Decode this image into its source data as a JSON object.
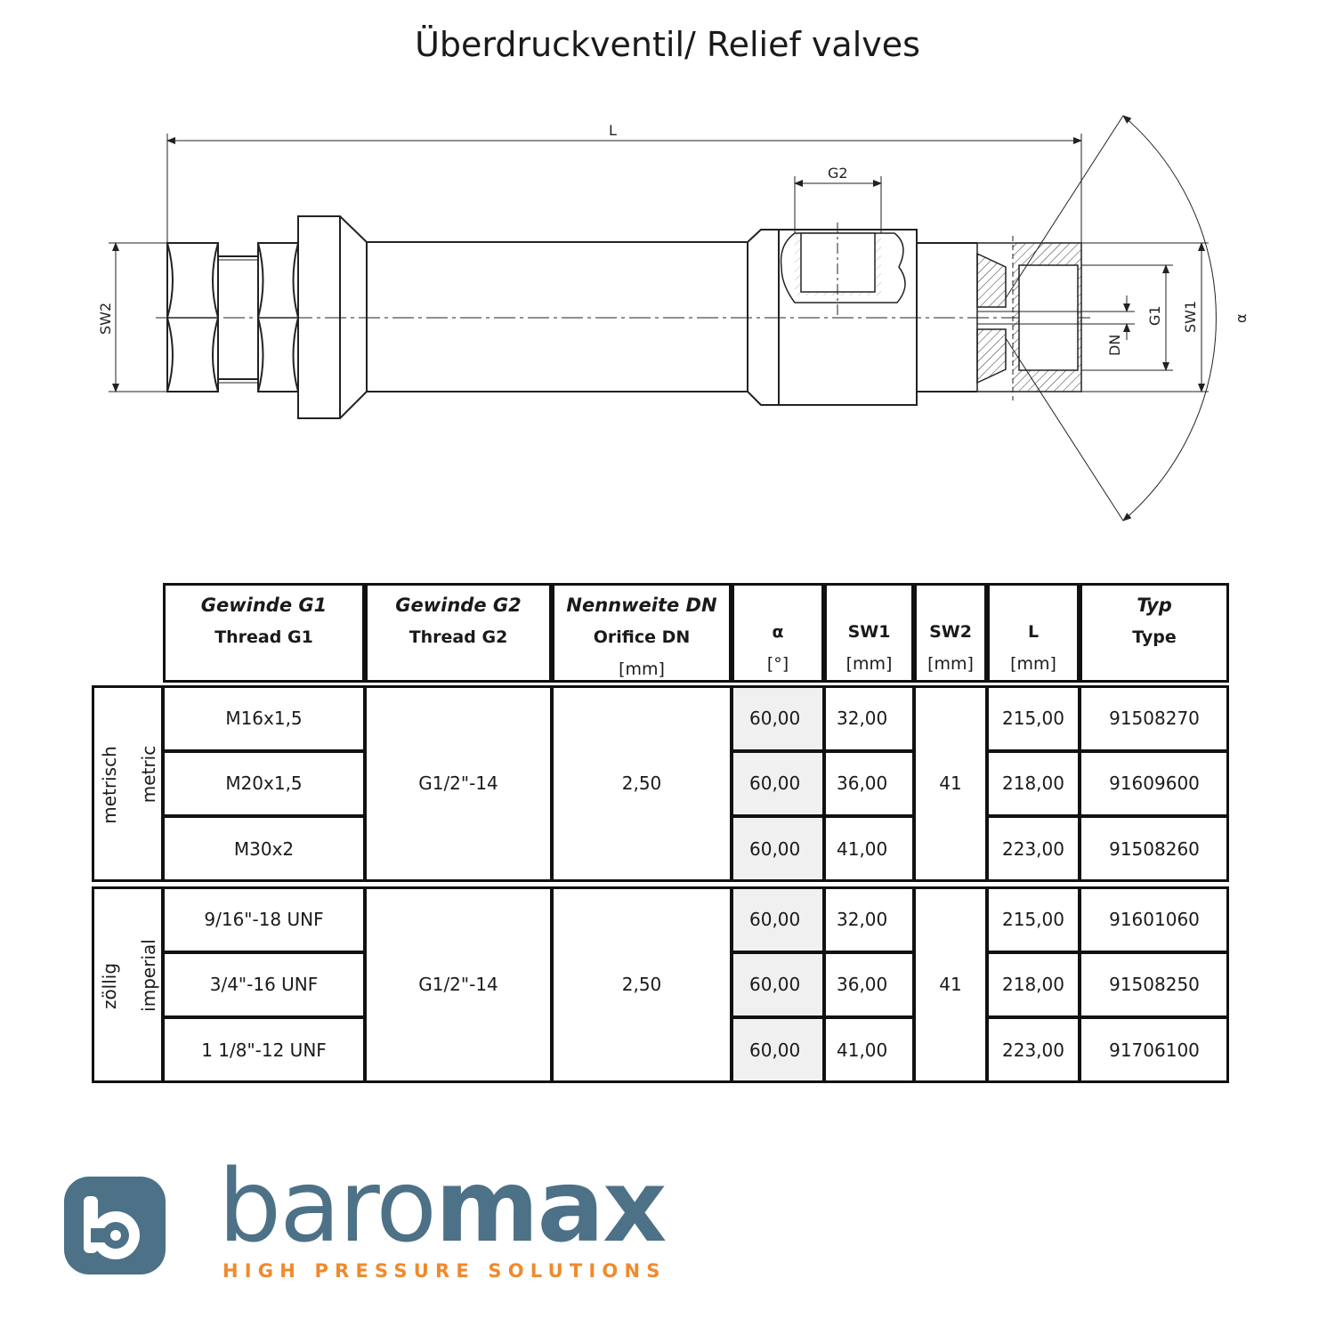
{
  "title": "Überdruckventil/ Relief valves",
  "drawing": {
    "dim_labels": {
      "L": "L",
      "G2": "G2",
      "SW2": "SW2",
      "G1": "G1",
      "SW1": "SW1",
      "DN": "DN",
      "alpha": "α"
    }
  },
  "table": {
    "headers": [
      {
        "l1": "Gewinde G1",
        "l2": "Thread G1",
        "l3": ""
      },
      {
        "l1": "Gewinde G2",
        "l2": "Thread G2",
        "l3": ""
      },
      {
        "l1": "Nennweite DN",
        "l2": "Orifice DN",
        "l3": "[mm]"
      },
      {
        "l1": "",
        "l2": "α",
        "l3": "[°]"
      },
      {
        "l1": "",
        "l2": "SW1",
        "l3": "[mm]"
      },
      {
        "l1": "",
        "l2": "SW2",
        "l3": "[mm]"
      },
      {
        "l1": "",
        "l2": "L",
        "l3": "[mm]"
      },
      {
        "l1": "Typ",
        "l2": "Type",
        "l3": ""
      }
    ],
    "groups": [
      {
        "label_de": "metrisch",
        "label_en": "metric",
        "g2": "G1/2\"-14",
        "dn": "2,50",
        "sw2": "41",
        "rows": [
          {
            "g1": "M16x1,5",
            "alpha": "60,00",
            "sw1": "32,00",
            "l": "215,00",
            "type": "91508270"
          },
          {
            "g1": "M20x1,5",
            "alpha": "60,00",
            "sw1": "36,00",
            "l": "218,00",
            "type": "91609600"
          },
          {
            "g1": "M30x2",
            "alpha": "60,00",
            "sw1": "41,00",
            "l": "223,00",
            "type": "91508260"
          }
        ]
      },
      {
        "label_de": "zöllig",
        "label_en": "imperial",
        "g2": "G1/2\"-14",
        "dn": "2,50",
        "sw2": "41",
        "rows": [
          {
            "g1": "9/16\"-18 UNF",
            "alpha": "60,00",
            "sw1": "32,00",
            "l": "215,00",
            "type": "91601060"
          },
          {
            "g1": "3/4\"-16 UNF",
            "alpha": "60,00",
            "sw1": "36,00",
            "l": "218,00",
            "type": "91508250"
          },
          {
            "g1": "1 1/8\"-12 UNF",
            "alpha": "60,00",
            "sw1": "41,00",
            "l": "223,00",
            "type": "91706100"
          }
        ]
      }
    ]
  },
  "logo": {
    "brand_light": "baro",
    "brand_bold": "max",
    "tagline": "HIGH PRESSURE SOLUTIONS",
    "brand_color": "#4d7187",
    "tagline_color": "#f08a2c"
  }
}
